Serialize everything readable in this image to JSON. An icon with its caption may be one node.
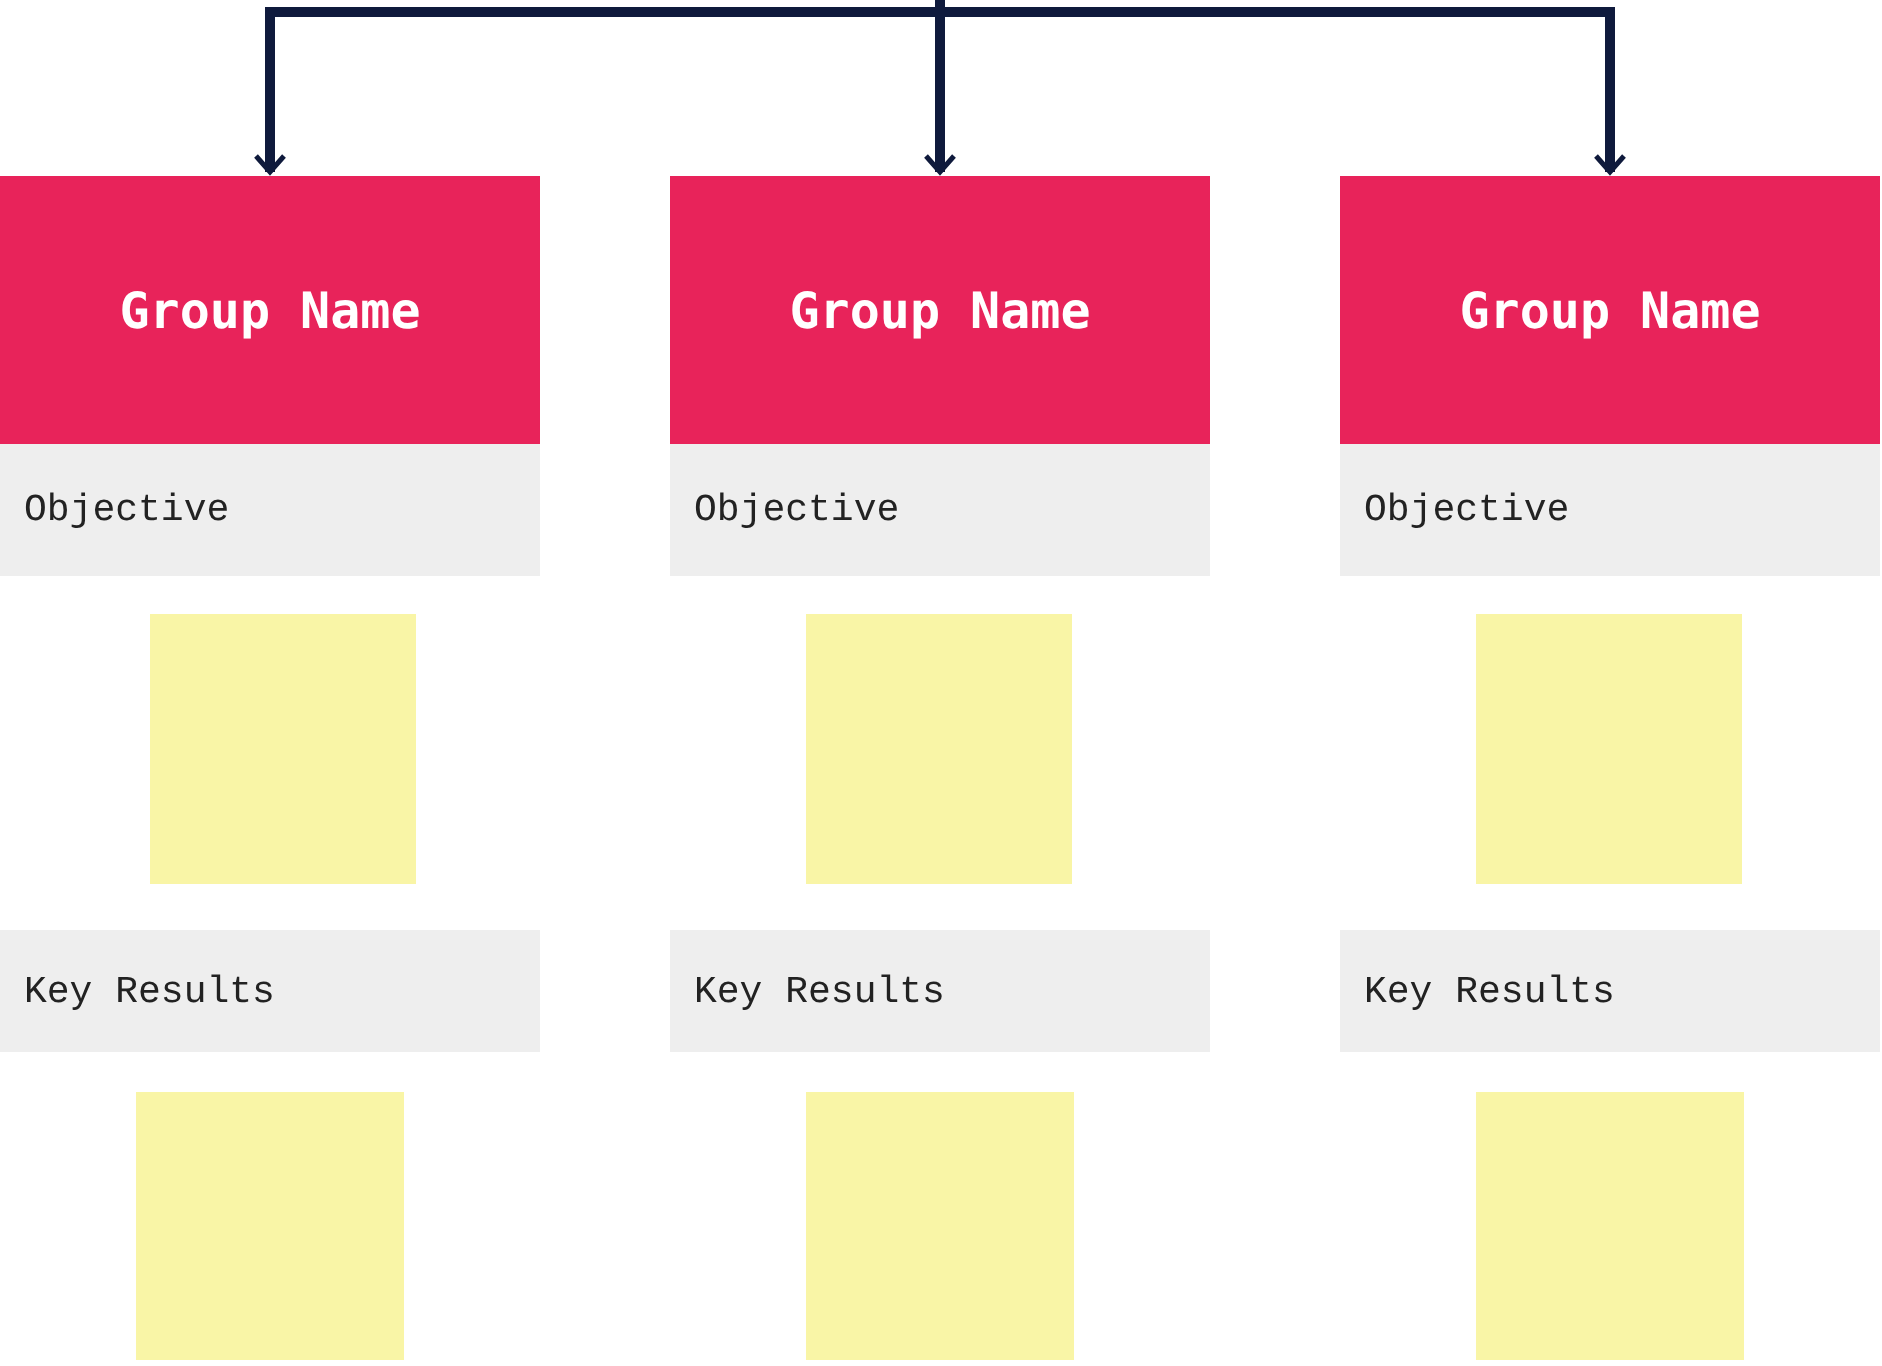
{
  "diagram": {
    "nodes": [
      {
        "text": [
          "Group Name"
        ]
      },
      {
        "text": [
          "Objective"
        ]
      },
      {
        "text": [],
        "shape": "box"
      },
      {
        "text": [
          "Key Results"
        ]
      },
      {
        "text": [],
        "shape": "box"
      },
      {
        "text": [
          "Group Name"
        ]
      },
      {
        "text": [
          "Objective"
        ]
      },
      {
        "text": [],
        "shape": "box"
      },
      {
        "text": [
          "Key Results"
        ]
      },
      {
        "text": [],
        "shape": "box"
      },
      {
        "text": [
          "Group Name"
        ]
      },
      {
        "text": [
          "Objective"
        ]
      },
      {
        "text": [],
        "shape": "box"
      },
      {
        "text": [
          "Key Results"
        ]
      },
      {
        "text": [],
        "shape": "box"
      }
    ],
    "edges": [
      {
        "from": null,
        "to": 0,
        "arrow": "to"
      },
      {
        "from": null,
        "to": 5,
        "arrow": "to"
      },
      {
        "from": null,
        "to": 10,
        "arrow": "to"
      }
    ]
  }
}
